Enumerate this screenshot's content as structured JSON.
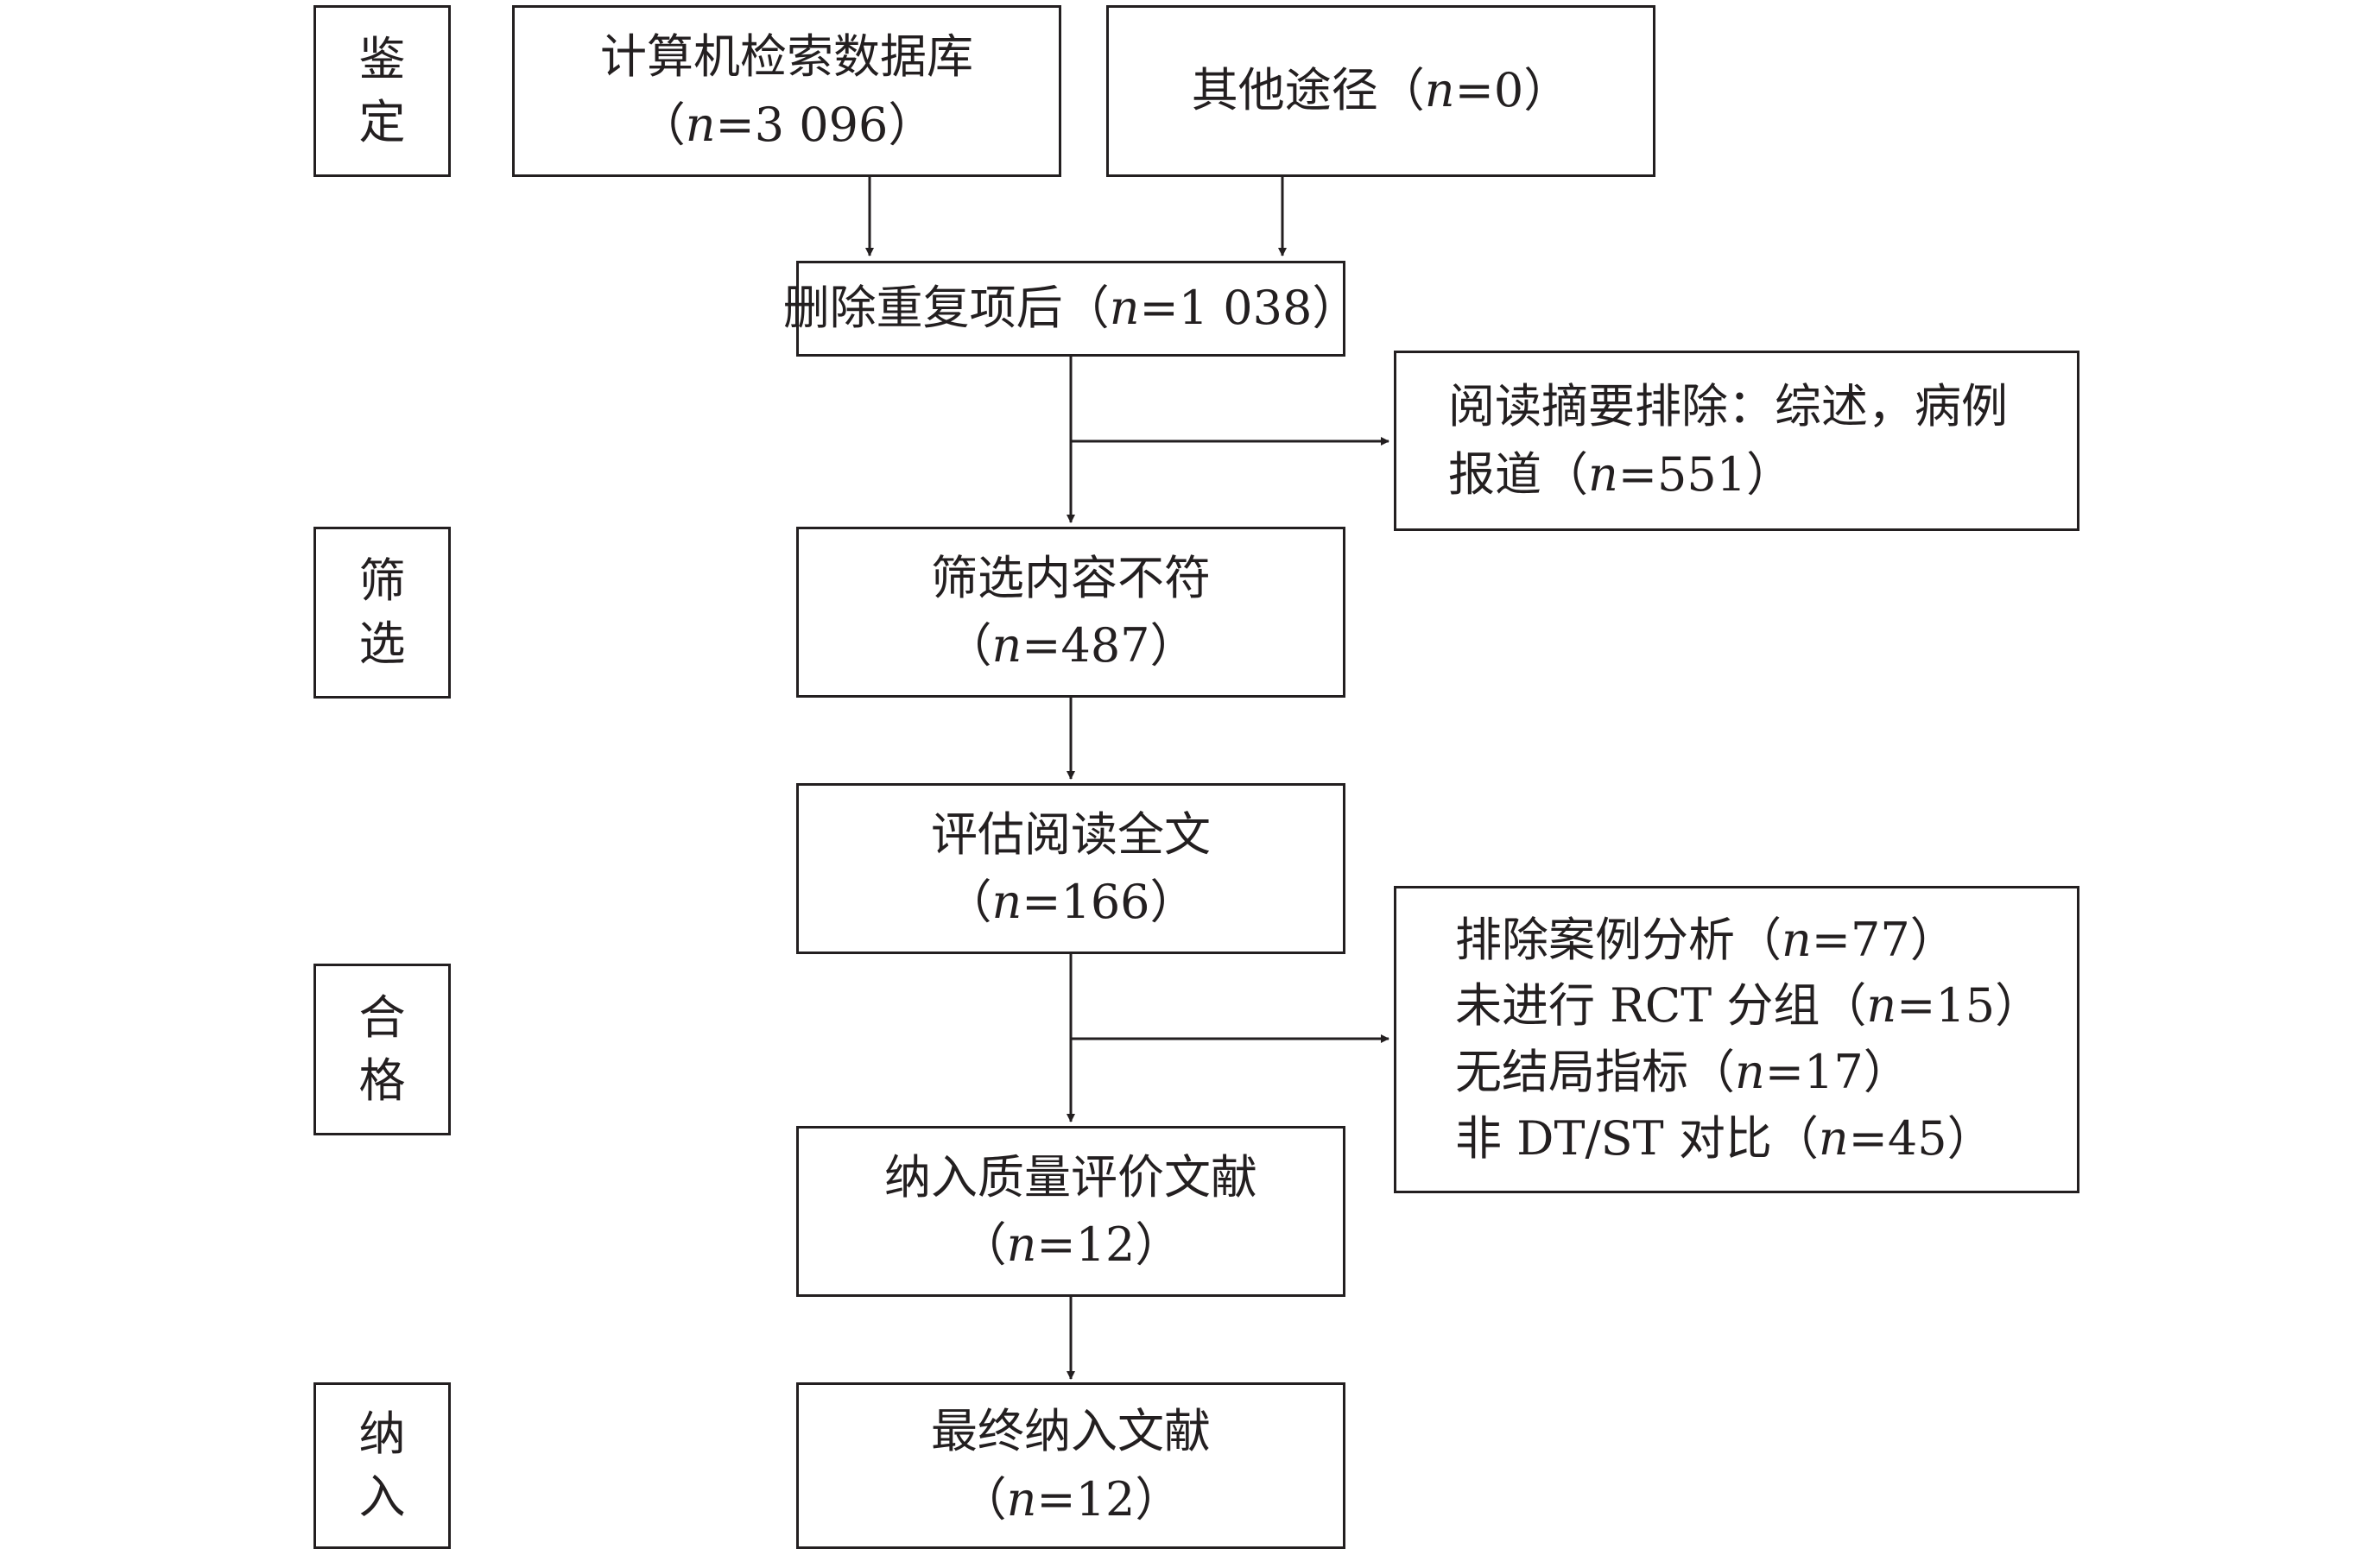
{
  "stages": [
    {
      "char1": "鉴",
      "char2": "定"
    },
    {
      "char1": "筛",
      "char2": "选"
    },
    {
      "char1": "合",
      "char2": "格"
    },
    {
      "char1": "纳",
      "char2": "入"
    }
  ],
  "boxes": {
    "database": {
      "line1": "计算机检索数据库",
      "n_open": "（",
      "n_label": "n",
      "n_value": "=3 096",
      "n_close": "）"
    },
    "other": {
      "prefix": "其他途径（",
      "n_label": "n",
      "n_value": "=0",
      "n_close": "）"
    },
    "dedup": {
      "prefix": "删除重复项后（",
      "n_label": "n",
      "n_value": "=1 038",
      "n_close": "）"
    },
    "abstract_exclude": {
      "line1": "阅读摘要排除：综述，病例",
      "line2_prefix": "报道（",
      "n_label": "n",
      "n_value": "=551",
      "n_close": "）"
    },
    "screen_mismatch": {
      "line1": "筛选内容不符",
      "n_open": "（",
      "n_label": "n",
      "n_value": "=487",
      "n_close": "）"
    },
    "fulltext": {
      "line1": "评估阅读全文",
      "n_open": "（",
      "n_label": "n",
      "n_value": "=166",
      "n_close": "）"
    },
    "fulltext_exclude": {
      "items": [
        {
          "prefix": "排除案例分析（",
          "n_label": "n",
          "n_value": "=77",
          "n_close": "）"
        },
        {
          "prefix": "未进行 RCT 分组（",
          "n_label": "n",
          "n_value": "=15",
          "n_close": "）"
        },
        {
          "prefix": "无结局指标（",
          "n_label": "n",
          "n_value": "=17",
          "n_close": "）"
        },
        {
          "prefix": "非 DT/ST 对比（",
          "n_label": "n",
          "n_value": "=45",
          "n_close": "）"
        }
      ]
    },
    "quality": {
      "line1": "纳入质量评价文献",
      "n_open": "（",
      "n_label": "n",
      "n_value": "=12",
      "n_close": "）"
    },
    "final": {
      "line1": "最终纳入文献",
      "n_open": "（",
      "n_label": "n",
      "n_value": "=12",
      "n_close": "）"
    }
  },
  "colors": {
    "stroke": "#231f20",
    "background": "#ffffff"
  }
}
